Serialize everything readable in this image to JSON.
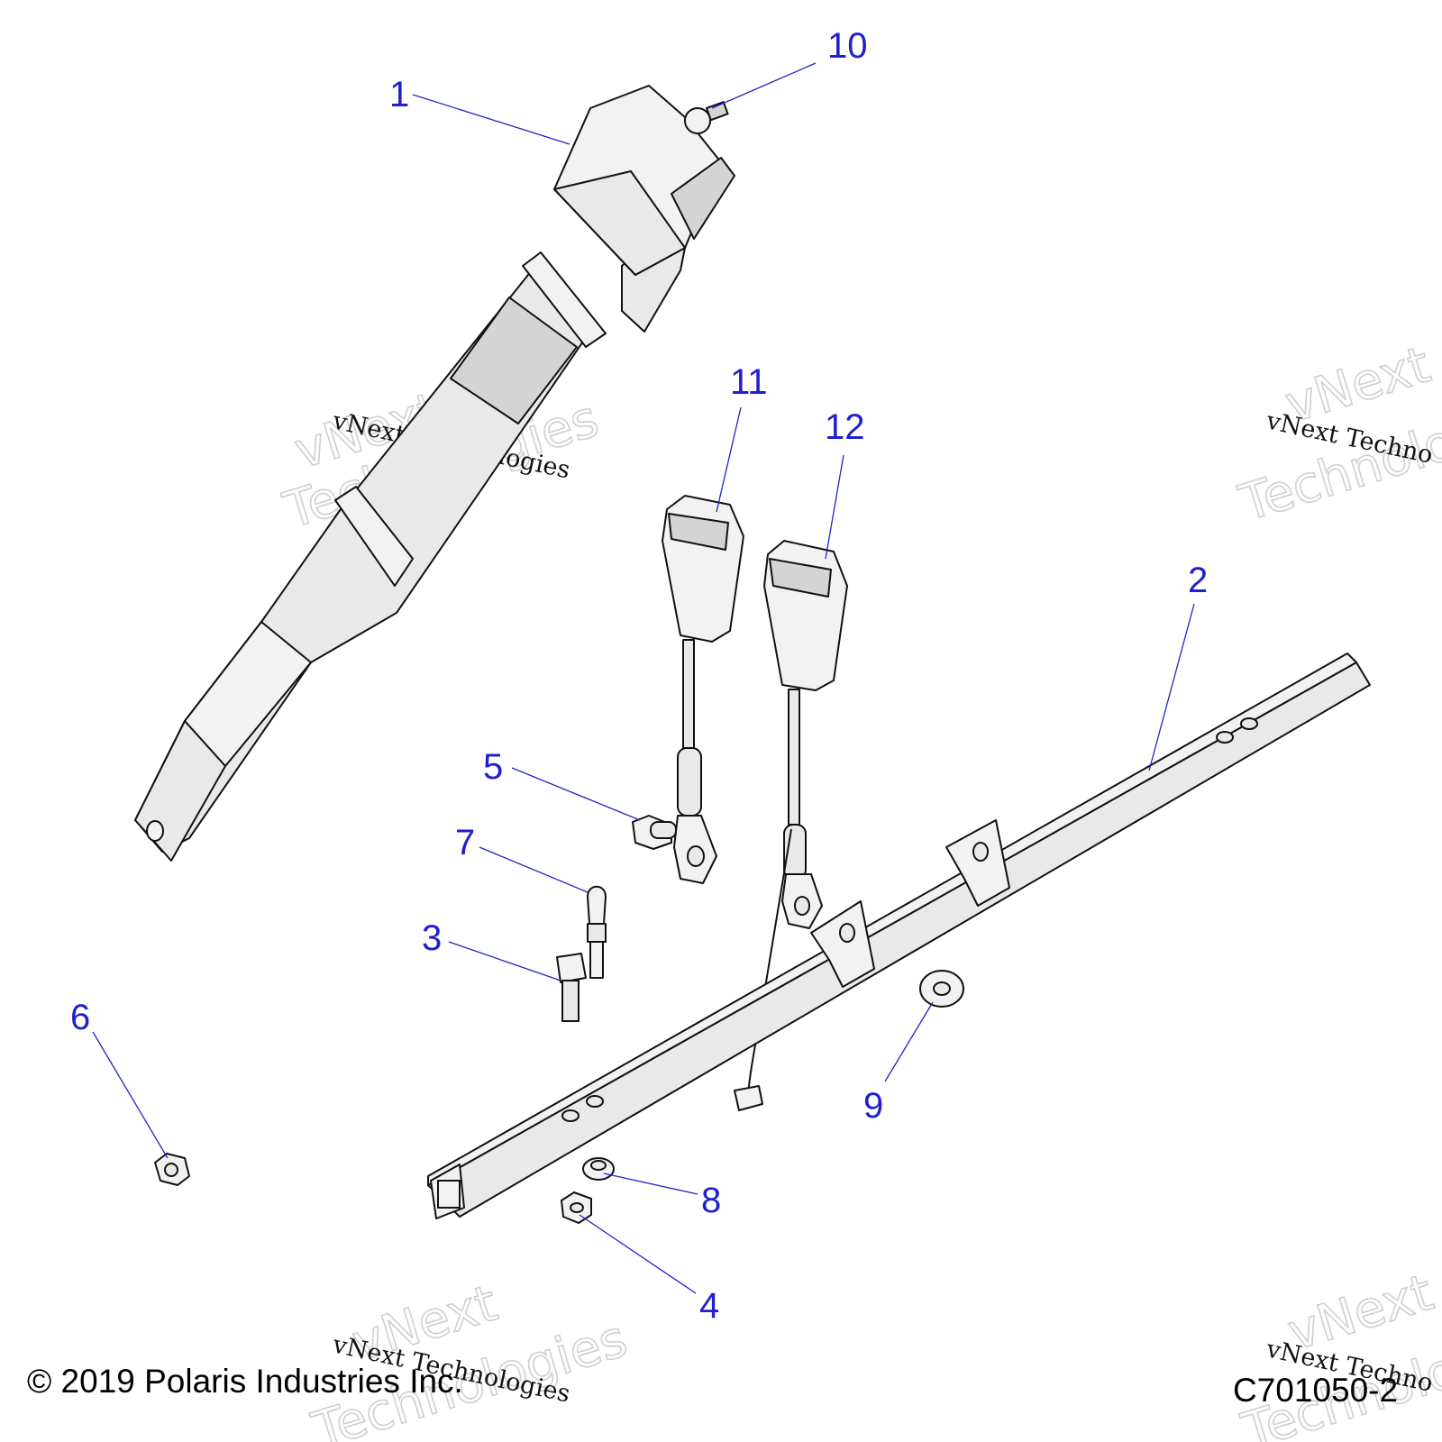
{
  "callouts": [
    {
      "label": "1"
    },
    {
      "label": "10"
    },
    {
      "label": "11"
    },
    {
      "label": "12"
    },
    {
      "label": "2"
    },
    {
      "label": "5"
    },
    {
      "label": "7"
    },
    {
      "label": "3"
    },
    {
      "label": "6"
    },
    {
      "label": "9"
    },
    {
      "label": "8"
    },
    {
      "label": "4"
    }
  ],
  "watermark": {
    "brand_line": "vNext",
    "brand_line2": "Technologies",
    "small_text": "vNext Technologies",
    "small_text_cut": "vNext Techno"
  },
  "footer": {
    "copyright": "© 2019 Polaris Industries Inc.",
    "drawing_code": "C701050-2"
  },
  "colors": {
    "callout_blue": "#1f1fcf",
    "line_black": "#111111",
    "watermark_gray": "#cfcfcf"
  }
}
